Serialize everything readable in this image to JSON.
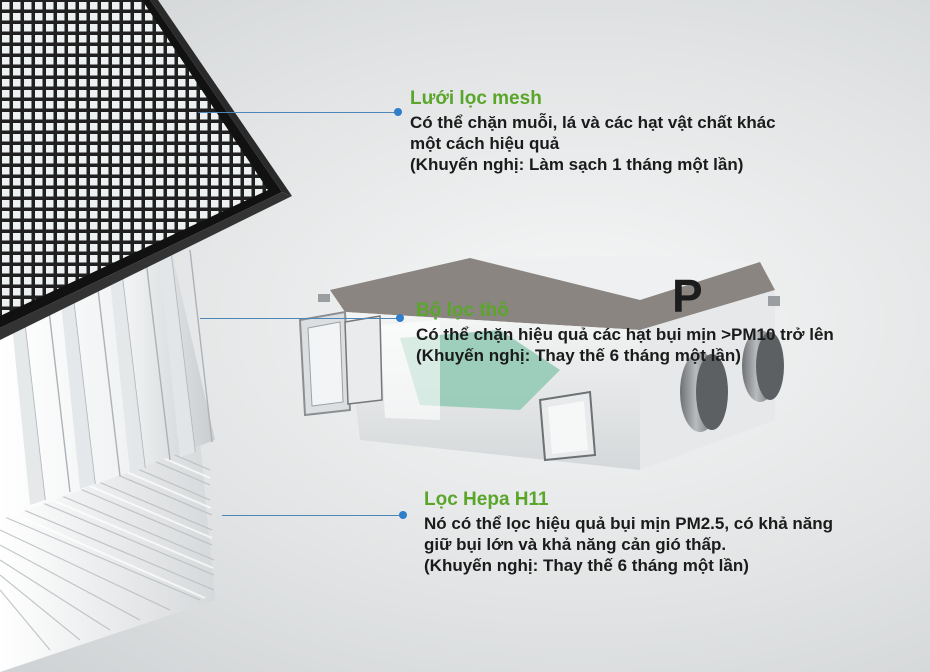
{
  "colors": {
    "title_green": "#5aa62b",
    "body_text": "#1b1b1b",
    "leader_blue": "#2f7ec9"
  },
  "callouts": {
    "mesh": {
      "title": "Lưới lọc mesh",
      "lines": [
        "Có thể chặn muỗi, lá và các hạt vật chất khác",
        "một cách hiệu quả",
        "(Khuyến nghị: Làm sạch 1 tháng một lần)"
      ]
    },
    "coarse": {
      "title": "Bộ lọc thô",
      "lines": [
        "Có thể chặn hiệu quả các hạt bụi mịn >PM10 trở lên",
        "(Khuyến nghị: Thay thế 6 tháng một lần)"
      ]
    },
    "hepa": {
      "title": "Lọc Hepa H11",
      "lines": [
        "Nó có thể lọc hiệu quả bụi mịn PM2.5, có khả năng",
        "giữ bụi lớn và khả năng cản gió thấp.",
        "(Khuyến nghị: Thay thế 6 tháng một lần)"
      ]
    }
  },
  "device": {
    "logo_letter": "P",
    "icons": [
      "mesh-filter",
      "pleated-filter",
      "hepa-filter",
      "ventilation-unit"
    ]
  }
}
